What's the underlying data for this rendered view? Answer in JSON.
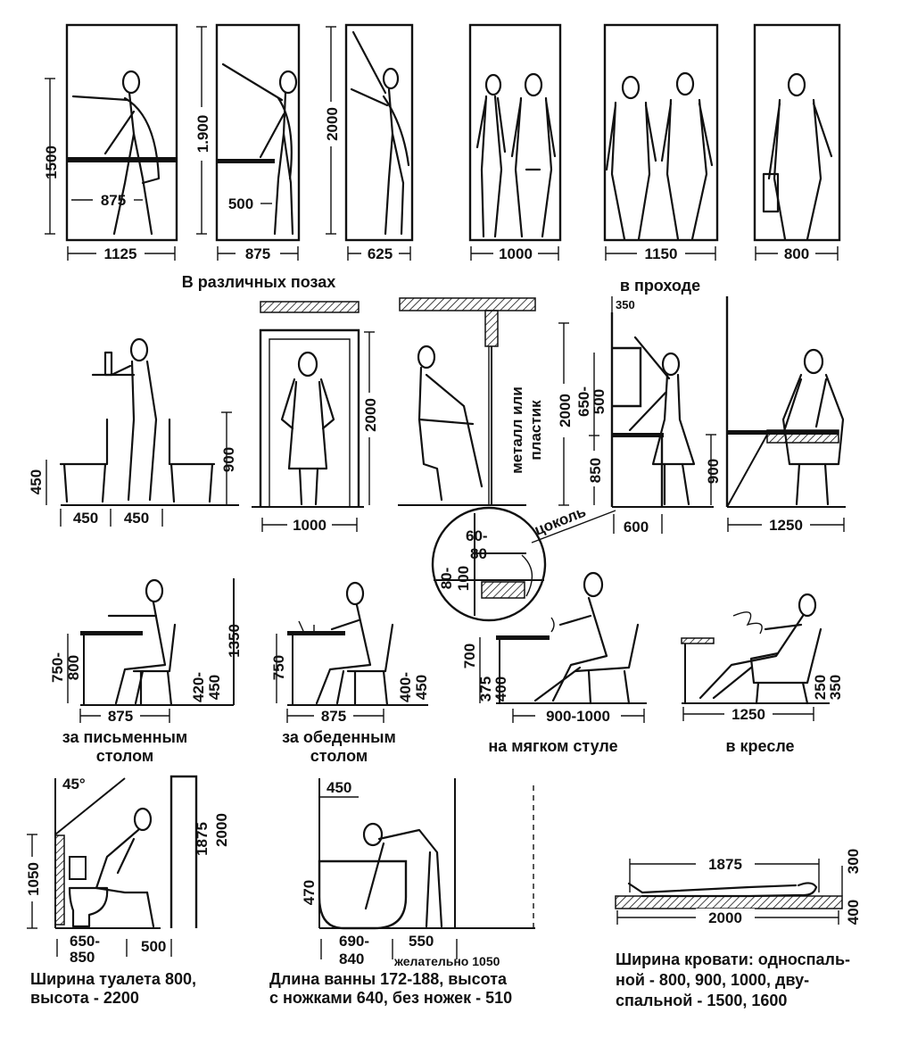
{
  "sections": {
    "poses": {
      "caption": "В различных позах",
      "reach_front": {
        "height": "1500",
        "depth": "875",
        "width": "1125"
      },
      "reach_high": {
        "height": "1.900",
        "depth": "500",
        "width": "875"
      },
      "reach_up": {
        "height": "2000",
        "width": "625"
      }
    },
    "passage": {
      "caption": "в проходе",
      "two_people": {
        "width": "1000"
      },
      "two_people_wide": {
        "width": "1150"
      },
      "one_person_bag": {
        "width": "800"
      }
    },
    "serving": {
      "height": "900",
      "seat_height": "450",
      "left_width": "450",
      "right_width": "450"
    },
    "doorway": {
      "height": "2000",
      "width": "1000"
    },
    "handrail": {
      "label_line1": "металл или",
      "label_line2": "пластик"
    },
    "kitchen": {
      "top": "350",
      "height": "2000",
      "upper_range_line1": "650-",
      "upper_range_line2": "500",
      "counter_height": "850",
      "depth": "600"
    },
    "plinth": {
      "label": "цоколь",
      "top_line1": "60-",
      "top_line2": "80",
      "side_line1": "80-",
      "side_line2": "100"
    },
    "ironing": {
      "height": "900",
      "width": "1250"
    },
    "desk": {
      "caption_line1": "за письменным",
      "caption_line2": "столом",
      "table_height_line1": "750-",
      "table_height_line2": "800",
      "seat_line1": "420-",
      "seat_line2": "450",
      "total_height": "1350",
      "width": "875"
    },
    "dining": {
      "caption_line1": "за обеденным",
      "caption_line2": "столом",
      "table_height": "750",
      "seat_line1": "400-",
      "seat_line2": "450",
      "width": "875"
    },
    "soft_chair": {
      "caption": "на мягком стуле",
      "table_height": "700",
      "seat_line1": "375",
      "seat_line2": "400",
      "width": "900-1000"
    },
    "armchair": {
      "caption": "в кресле",
      "seat_line1": "250",
      "seat_line2": "350",
      "width": "1250"
    },
    "toilet": {
      "angle": "45°",
      "height": "1050",
      "min_height": "1875",
      "room_height": "2000",
      "depth_line1": "650-",
      "depth_line2": "850",
      "front": "500",
      "note_line1": "Ширина туалета 800,",
      "note_line2": "высота - 2200"
    },
    "bath": {
      "top": "450",
      "height": "470",
      "depth_line1": "690-",
      "depth_line2": "840",
      "front": "550",
      "desired": "желательно 1050",
      "note_line1": "Длина ванны 172-188, высота",
      "note_line2": "с ножками 640, без ножек - 510"
    },
    "bed": {
      "length": "1875",
      "clearance": "300",
      "total": "2000",
      "height": "400",
      "note_line1": "Ширина кровати: односпаль-",
      "note_line2": "ной - 800, 900, 1000, дву-",
      "note_line3": "спальной - 1500, 1600"
    }
  }
}
